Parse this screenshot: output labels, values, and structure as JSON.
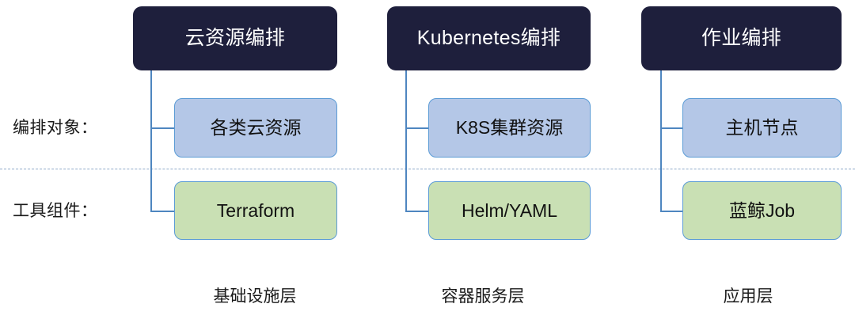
{
  "diagram": {
    "row_labels": [
      {
        "text": "编排对象："
      },
      {
        "text": "工具组件："
      }
    ],
    "columns": [
      {
        "header": "云资源编排",
        "object": "各类云资源",
        "tool": "Terraform",
        "caption": "基础设施层"
      },
      {
        "header": "Kubernetes编排",
        "object": "K8S集群资源",
        "tool": "Helm/YAML",
        "caption": "容器服务层"
      },
      {
        "header": "作业编排",
        "object": "主机节点",
        "tool": "蓝鲸Job",
        "caption": "应用层"
      }
    ],
    "colors": {
      "header_fill": "#1E1F3C",
      "header_text": "#FFFFFF",
      "object_fill": "#B4C7E7",
      "tool_fill": "#C9E0B4",
      "box_border": "#5B9BD5",
      "connector": "#4E86C0",
      "divider": "#8FAAC9",
      "label_text": "#1A1A1A",
      "background": "#FFFFFF"
    }
  }
}
